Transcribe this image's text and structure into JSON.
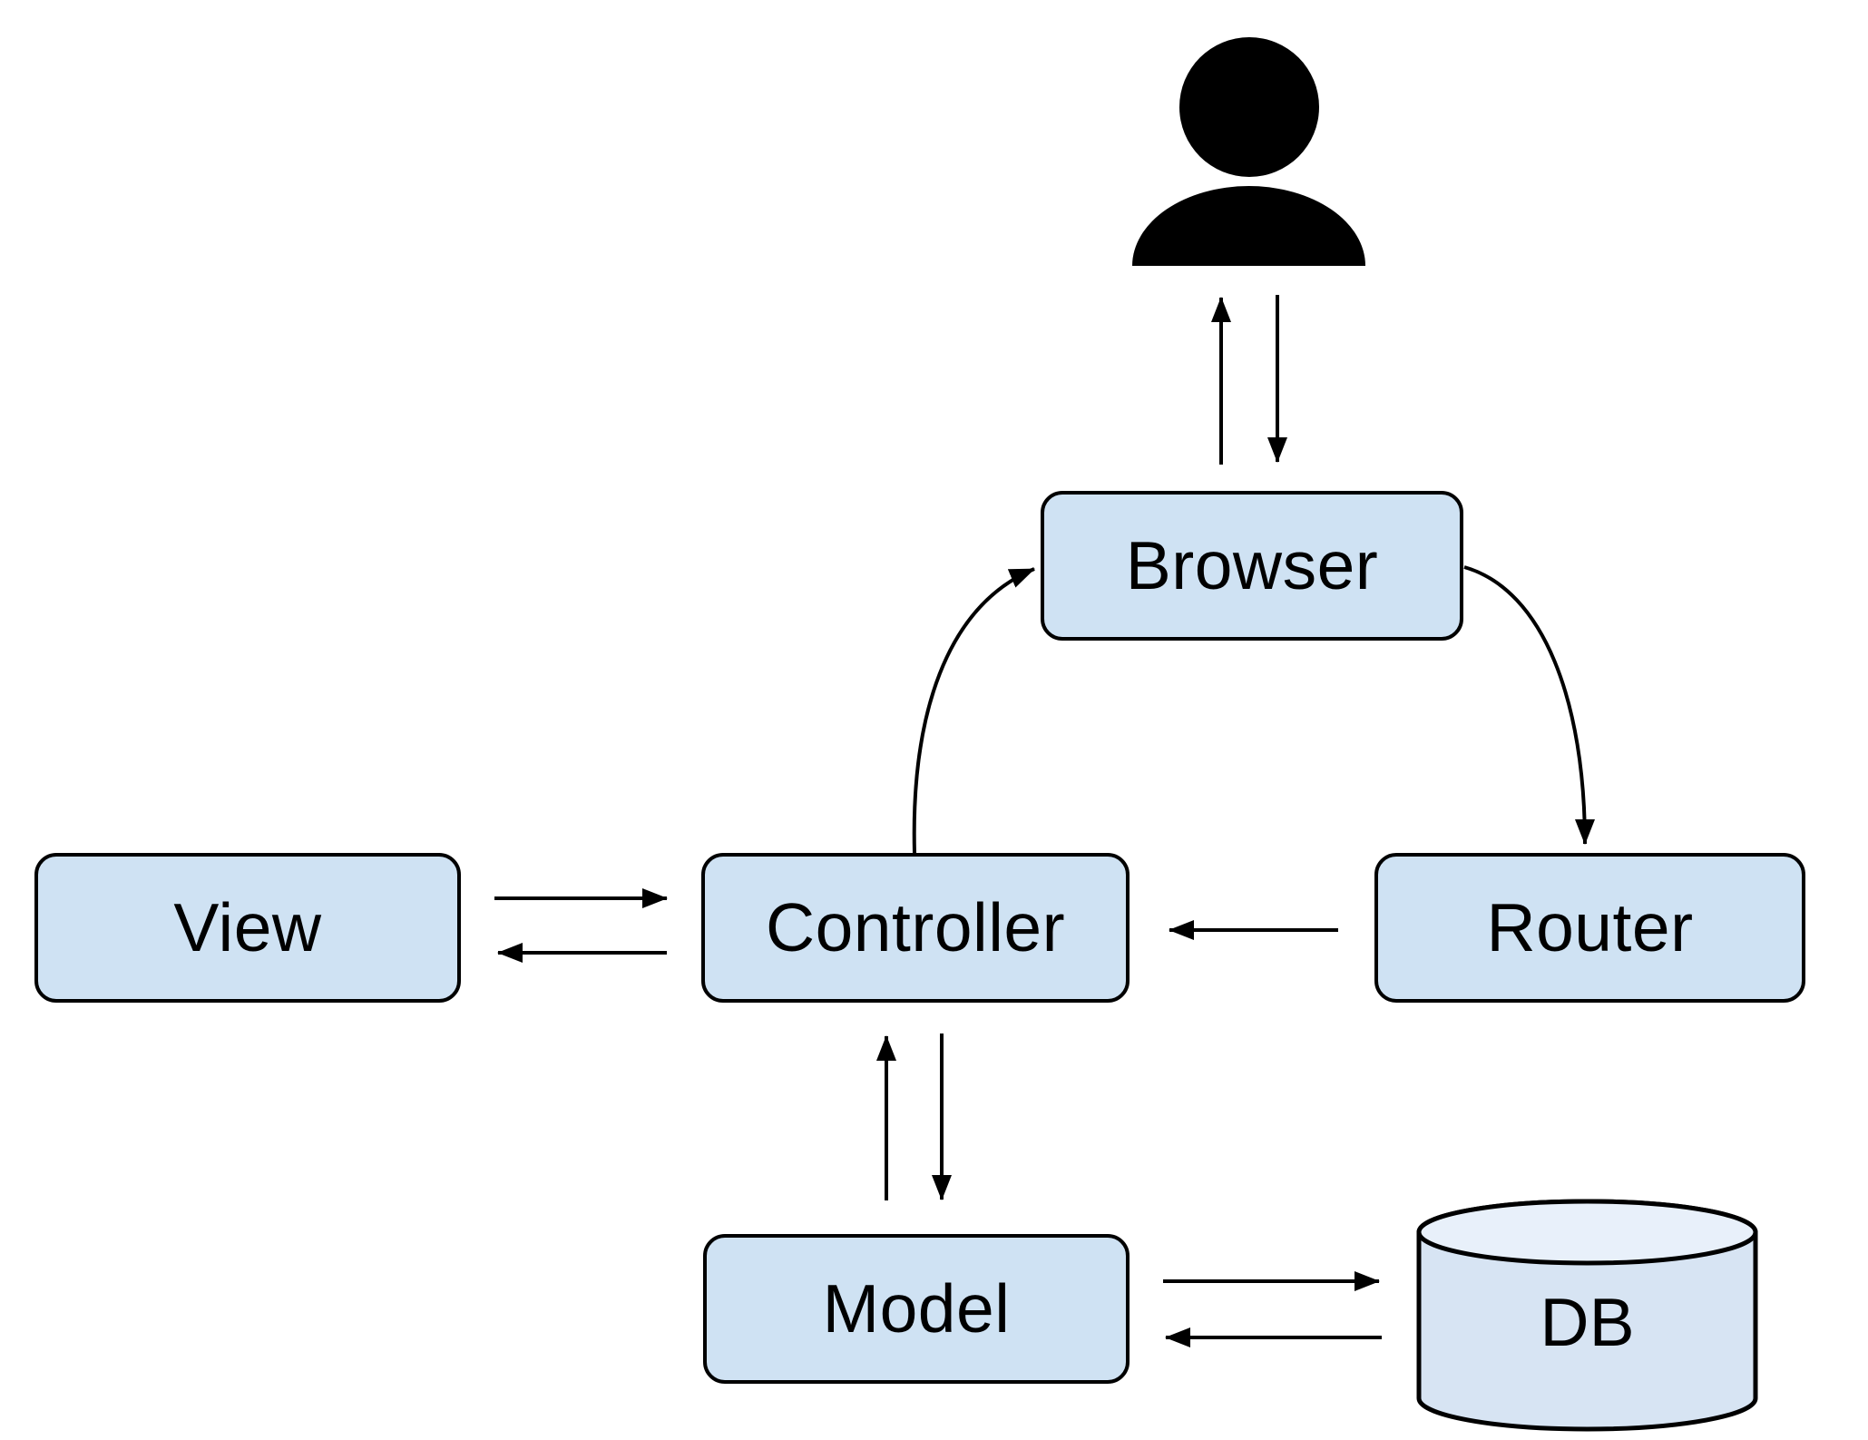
{
  "diagram": {
    "type": "architecture-flow",
    "background": "#ffffff",
    "colors": {
      "node_fill": "#cfe2f3",
      "node_border": "#000000",
      "arrow": "#000000",
      "text": "#000000",
      "db_body_fill": "#d7e4f3",
      "db_top_fill": "#e8f0fa",
      "user_icon_fill": "#000000"
    },
    "nodes": {
      "browser": {
        "label": "Browser",
        "shape": "rounded-rect"
      },
      "view": {
        "label": "View",
        "shape": "rounded-rect"
      },
      "controller": {
        "label": "Controller",
        "shape": "rounded-rect"
      },
      "router": {
        "label": "Router",
        "shape": "rounded-rect"
      },
      "model": {
        "label": "Model",
        "shape": "rounded-rect"
      },
      "db": {
        "label": "DB",
        "shape": "cylinder"
      }
    },
    "actors": {
      "user": {
        "icon": "person-icon"
      }
    },
    "edges": [
      {
        "from": "user",
        "to": "browser",
        "style": "straight-vertical"
      },
      {
        "from": "browser",
        "to": "user",
        "style": "straight-vertical"
      },
      {
        "from": "controller",
        "to": "browser",
        "style": "curved"
      },
      {
        "from": "browser",
        "to": "router",
        "style": "curved"
      },
      {
        "from": "router",
        "to": "controller",
        "style": "straight-horizontal"
      },
      {
        "from": "view",
        "to": "controller",
        "style": "straight-horizontal"
      },
      {
        "from": "controller",
        "to": "view",
        "style": "straight-horizontal"
      },
      {
        "from": "controller",
        "to": "model",
        "style": "straight-vertical"
      },
      {
        "from": "model",
        "to": "controller",
        "style": "straight-vertical"
      },
      {
        "from": "model",
        "to": "db",
        "style": "straight-horizontal"
      },
      {
        "from": "db",
        "to": "model",
        "style": "straight-horizontal"
      }
    ]
  }
}
